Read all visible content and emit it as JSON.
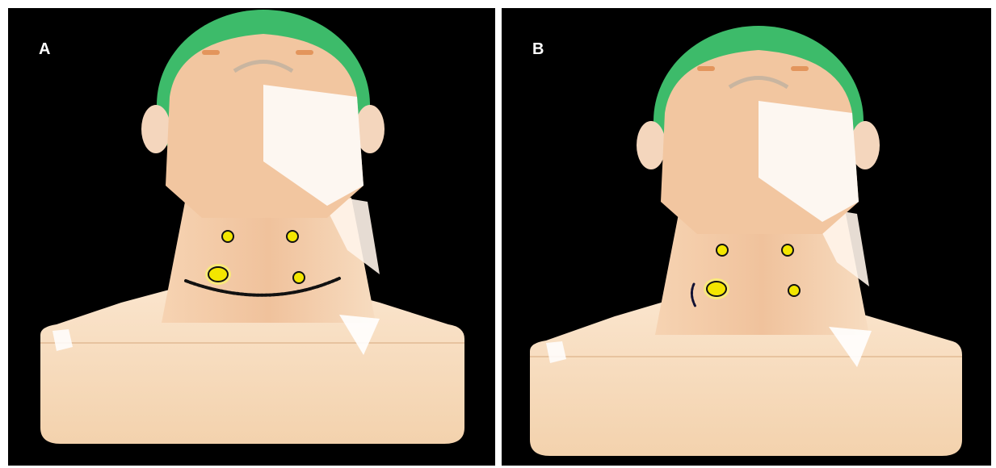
{
  "panels": [
    {
      "label": "A",
      "incision": "transverse-collar"
    },
    {
      "label": "B",
      "incision": "small-lateral"
    }
  ],
  "colors": {
    "background": "#000000",
    "skin": "#f3c9a3",
    "cap": "#3dbb6a",
    "marker": "#f3e600",
    "incision": "#111111"
  }
}
